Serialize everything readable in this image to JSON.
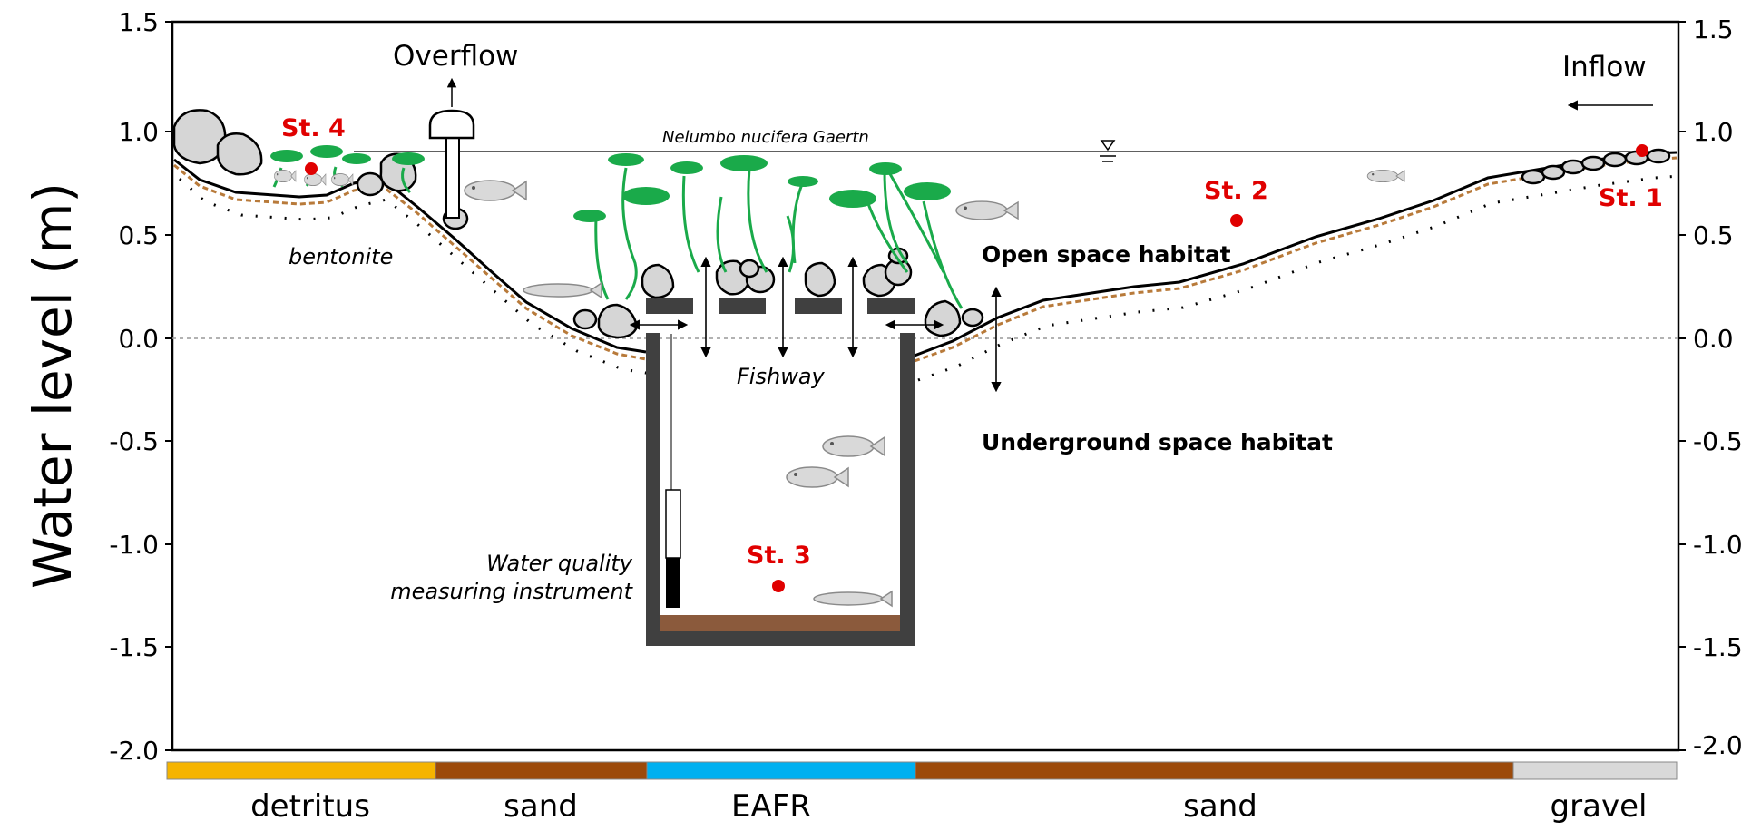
{
  "y_axis": {
    "label": "Water level (m)",
    "ticks": [
      "1.5",
      "1.0",
      "0.5",
      "0.0",
      "-0.5",
      "-1.0",
      "-1.5",
      "-2.0"
    ]
  },
  "labels": {
    "overflow": "Overflow",
    "inflow": "Inflow",
    "plant": "Nelumbo nucifera  Gaertn",
    "bentonite": "bentonite",
    "fishway": "Fishway",
    "open_habitat": "Open space habitat",
    "underground_habitat": "Underground space habitat",
    "instrument_line1": "Water quality",
    "instrument_line2": "measuring instrument"
  },
  "stations": [
    "St. 1",
    "St. 2",
    "St. 3",
    "St. 4"
  ],
  "substrate": [
    {
      "label": "detritus",
      "color": "#f5b400"
    },
    {
      "label": "sand",
      "color": "#9c4a0a"
    },
    {
      "label": "EAFR",
      "color": "#00b0f0"
    },
    {
      "label": "sand",
      "color": "#9c4a0a"
    },
    {
      "label": "gravel",
      "color": "#d9d9d9"
    }
  ],
  "colors": {
    "station": "#e00000",
    "plant": "#1aaa4a",
    "wall": "#404040",
    "sediment": "#8b5a3c"
  }
}
